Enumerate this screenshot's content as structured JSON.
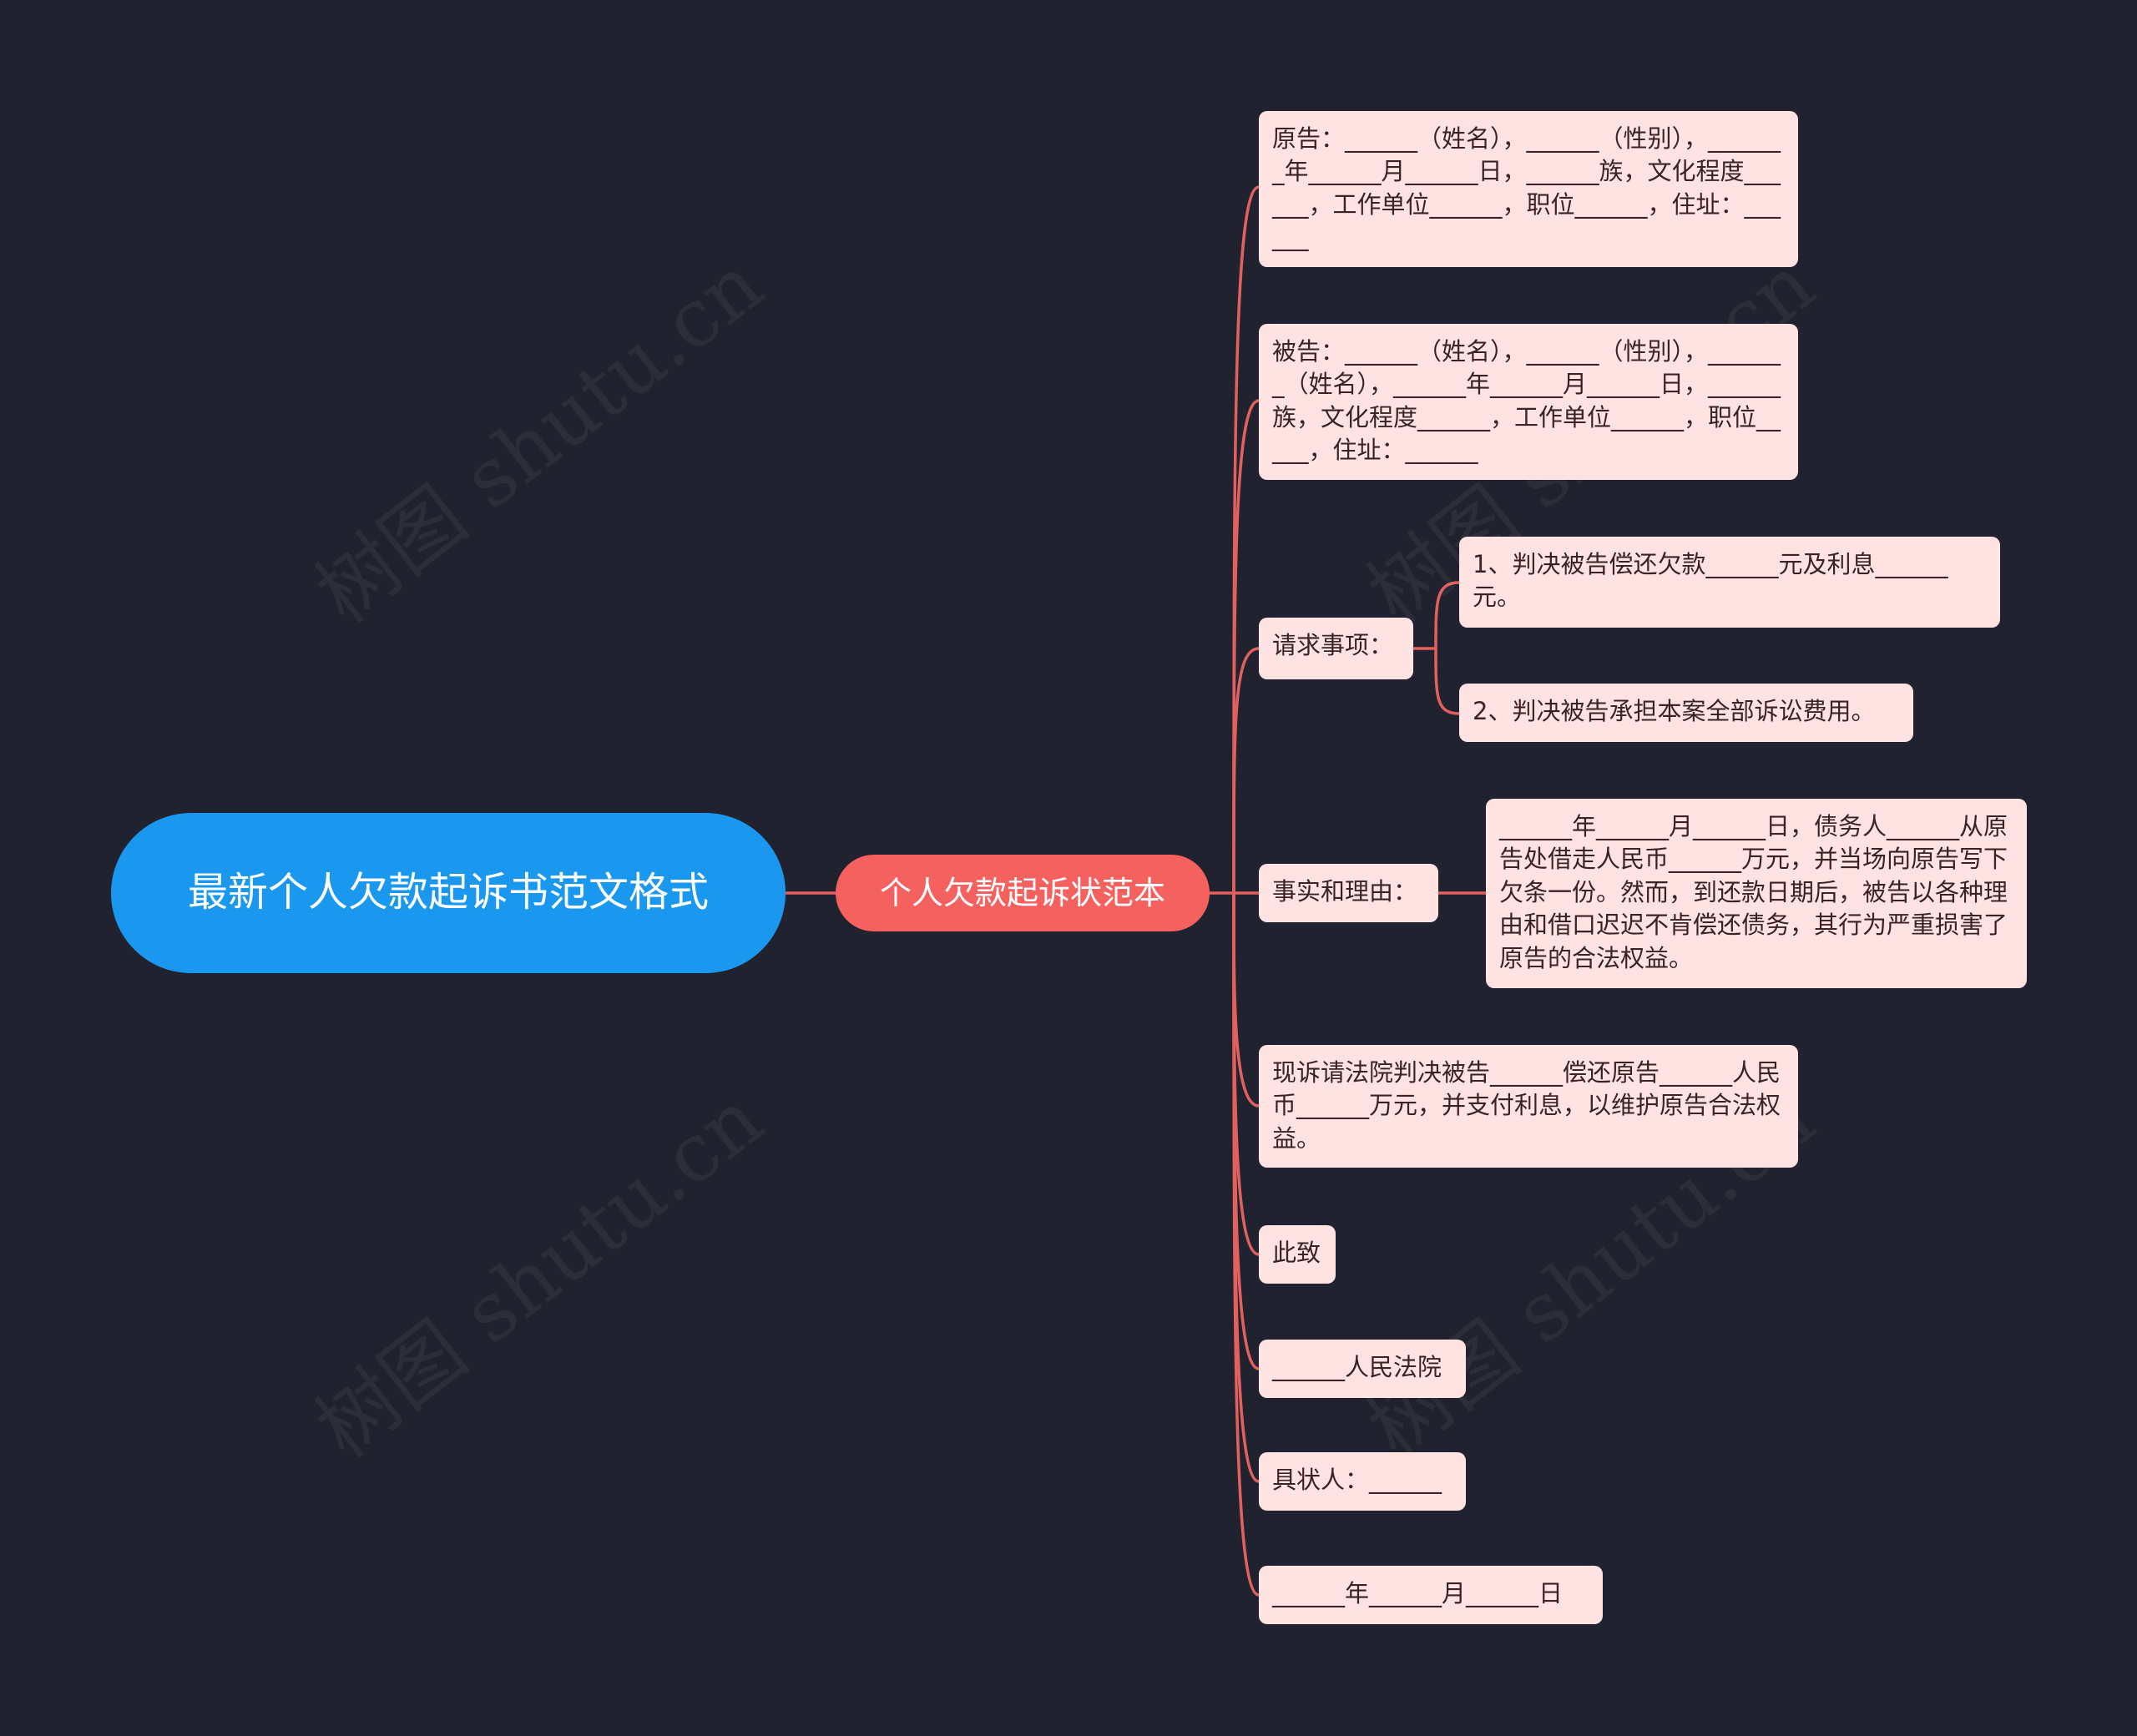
{
  "mindmap": {
    "root": {
      "label": "最新个人欠款起诉书范文格式"
    },
    "branch": {
      "label": "个人欠款起诉状范本"
    },
    "items": [
      {
        "label": "原告：______（姓名），______（性别），_______年______月______日，______族，文化程度______，工作单位______，职位______，住址：______"
      },
      {
        "label": "被告：______（姓名），______（性别），_______（姓名），______年______月______日，______族，文化程度______，工作单位______，职位_____，住址：______"
      },
      {
        "label": "请求事项：",
        "children": [
          {
            "label": "1、判决被告偿还欠款______元及利息______元。"
          },
          {
            "label": "2、判决被告承担本案全部诉讼费用。"
          }
        ]
      },
      {
        "label": "事实和理由：",
        "children": [
          {
            "label": "______年______月______日，债务人______从原告处借走人民币______万元，并当场向原告写下欠条一份。然而，到还款日期后，被告以各种理由和借口迟迟不肯偿还债务，其行为严重损害了原告的合法权益。"
          }
        ]
      },
      {
        "label": "现诉请法院判决被告______偿还原告______人民币______万元，并支付利息，以维护原告合法权益。"
      },
      {
        "label": "此致"
      },
      {
        "label": "______人民法院"
      },
      {
        "label": "具状人：______"
      },
      {
        "label": "______年______月______日"
      }
    ]
  },
  "watermark": {
    "text": "树图 shutu.cn"
  },
  "colors": {
    "background": "#20232f",
    "root": "#1a97ef",
    "branch": "#f4615f",
    "leaf": "#ffe3e3",
    "connector": "#e2605e"
  }
}
